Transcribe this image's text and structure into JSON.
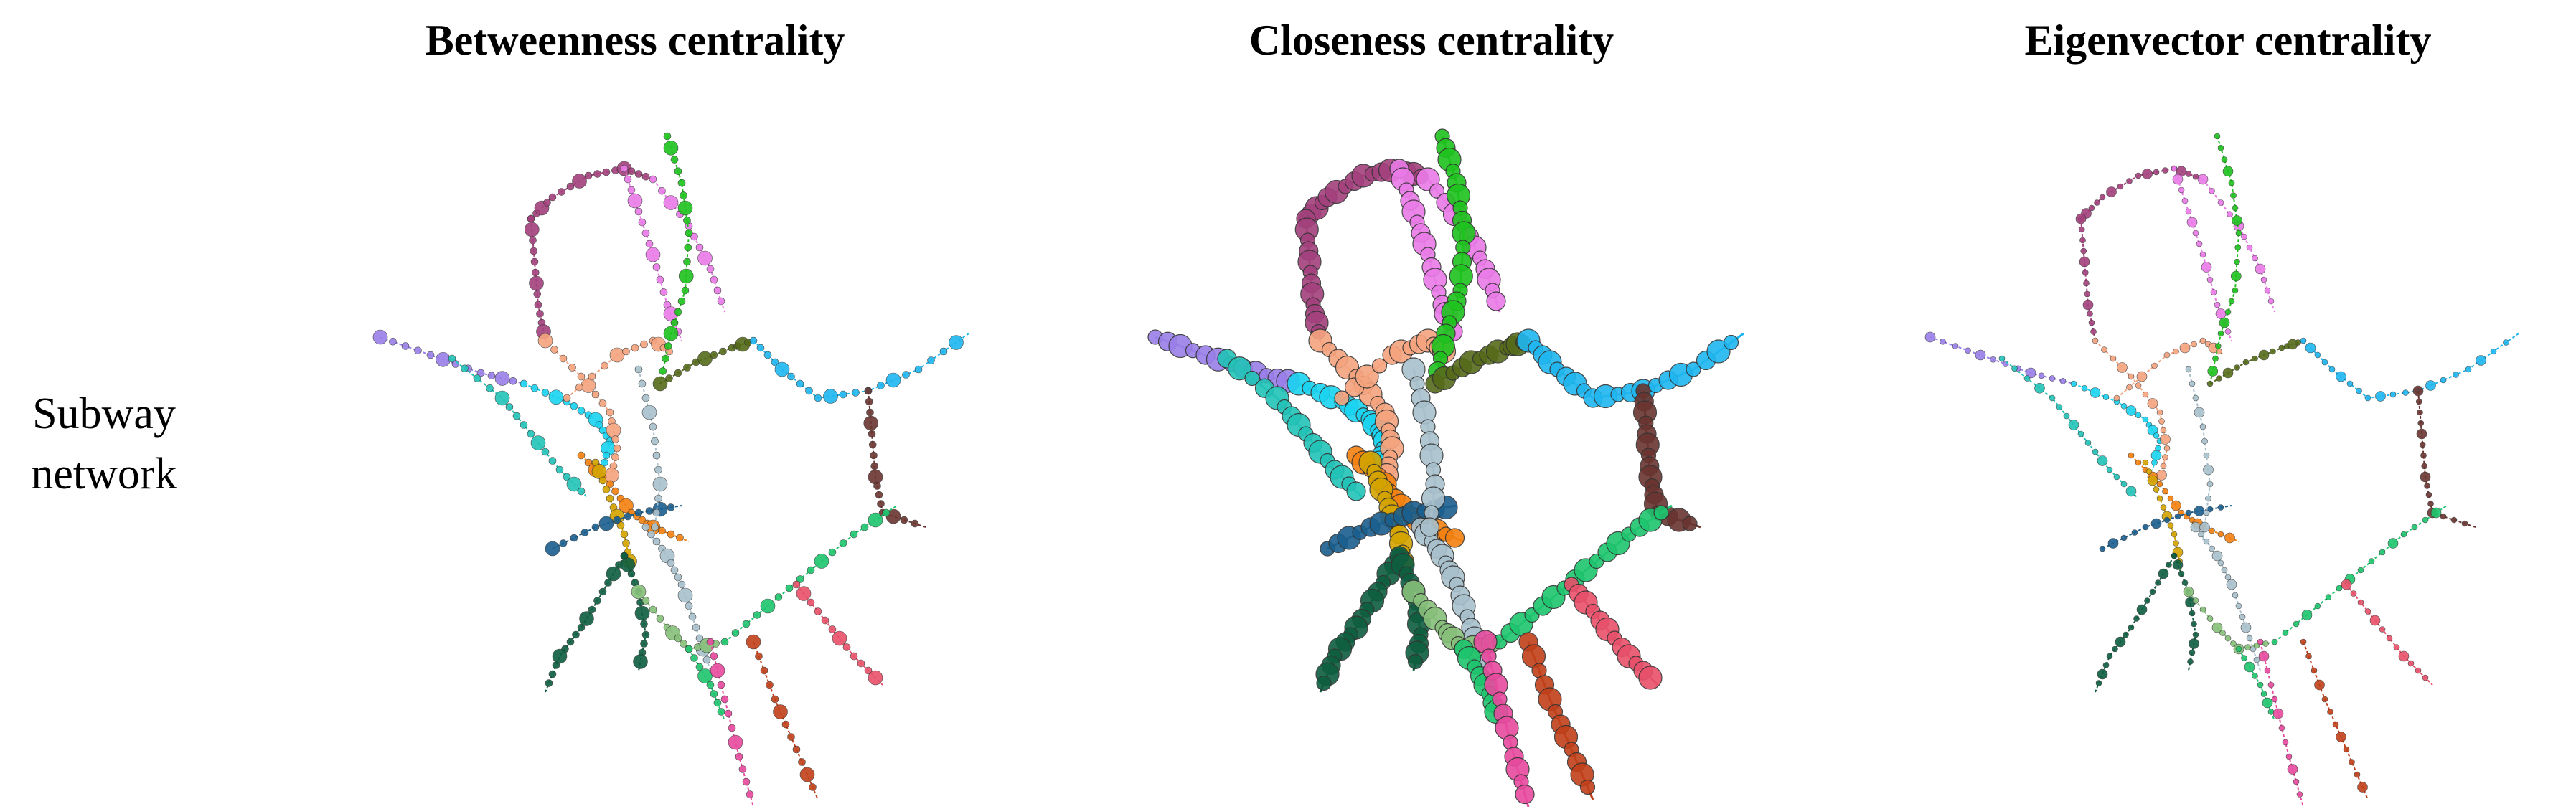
{
  "row_label": {
    "line1": "Subway",
    "line2": "network"
  },
  "panels": [
    {
      "title": "Betweenness centrality",
      "measure": "betweenness"
    },
    {
      "title": "Closeness centrality",
      "measure": "closeness"
    },
    {
      "title": "Eigenvector centrality",
      "measure": "eigenvector"
    }
  ],
  "line_colors": {
    "purple": "#9a7fe8",
    "teal": "#22c3b8",
    "cyan": "#1ad3f0",
    "salmon": "#f5a47e",
    "magenta": "#a3417d",
    "pink": "#ea7be8",
    "green": "#1ec31e",
    "olive": "#556b1a",
    "lightblue": "#1fb6ef",
    "brown": "#6a3530",
    "orange": "#f38110",
    "gold": "#d4a400",
    "navy": "#1a5f8e",
    "greyblue": "#a8c0cc",
    "darkgreen": "#0e5e40",
    "lightgreen": "#87c07a",
    "seagreen": "#1ec56e",
    "hotpink": "#e74a9e",
    "red": "#e8506a",
    "rust": "#c0401a"
  }
}
